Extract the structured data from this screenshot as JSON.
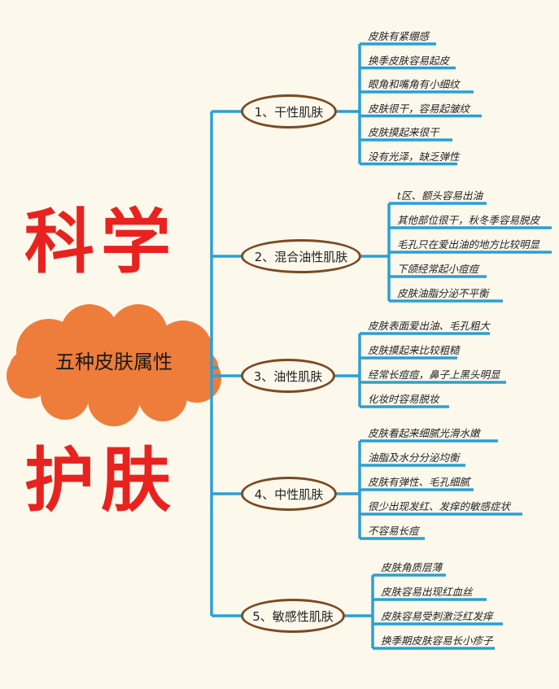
{
  "title_top": "科学",
  "title_bottom": "护肤",
  "center": "五种皮肤属性",
  "branches": [
    {
      "label": "1、干性肌肤",
      "items": [
        "皮肤有紧绷感",
        "换季皮肤容易起皮",
        "眼角和嘴角有小细纹",
        "皮肤很干，容易起皱纹",
        "皮肤摸起来很干",
        "没有光泽，缺乏弹性"
      ]
    },
    {
      "label": "2、混合油性肌肤",
      "items": [
        "t区、额头容易出油",
        "其他部位很干，秋冬季容易脱皮",
        "毛孔只在爱出油的地方比较明显",
        "下颌经常起小痘痘",
        "皮肤油脂分泌不平衡"
      ]
    },
    {
      "label": "3、油性肌肤",
      "items": [
        "皮肤表面爱出油、毛孔粗大",
        "皮肤摸起来比较粗糙",
        "经常长痘痘，鼻子上黑头明显",
        "化妆时容易脱妆"
      ]
    },
    {
      "label": "4、中性肌肤",
      "items": [
        "皮肤看起来细腻光滑水嫩",
        "油脂及水分分泌均衡",
        "皮肤有弹性、毛孔细腻",
        "很少出现发红、发痒的敏感症状",
        "不容易长痘"
      ]
    },
    {
      "label": "5、敏感性肌肤",
      "items": [
        "皮肤角质层薄",
        "皮肤容易出现红血丝",
        "皮肤容易受刺激泛红发痒",
        "换季期皮肤容易长小疹子"
      ]
    }
  ],
  "colors": {
    "line": "#2a9fd6",
    "node_border": "#7a4a22",
    "cloud": "#ee7c3a",
    "title": "#e8231f",
    "background": "#fdf8ec"
  }
}
